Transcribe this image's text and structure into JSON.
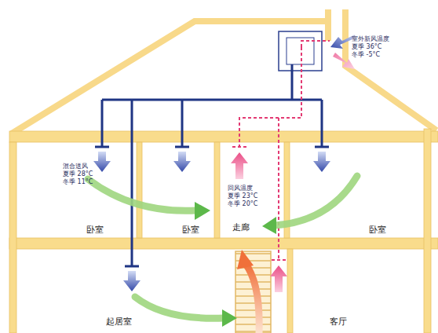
{
  "diagram": {
    "labels": [
      "室外新风温度",
      "夏季 36°C",
      "冬季 -5°C",
      "混合送风",
      "夏季 28°C",
      "冬季 11°C",
      "回风温度",
      "夏季 23°C",
      "冬季 20°C",
      "卧室",
      "卧室",
      "走廊",
      "卧室",
      "起居室",
      "客厅"
    ]
  }
}
